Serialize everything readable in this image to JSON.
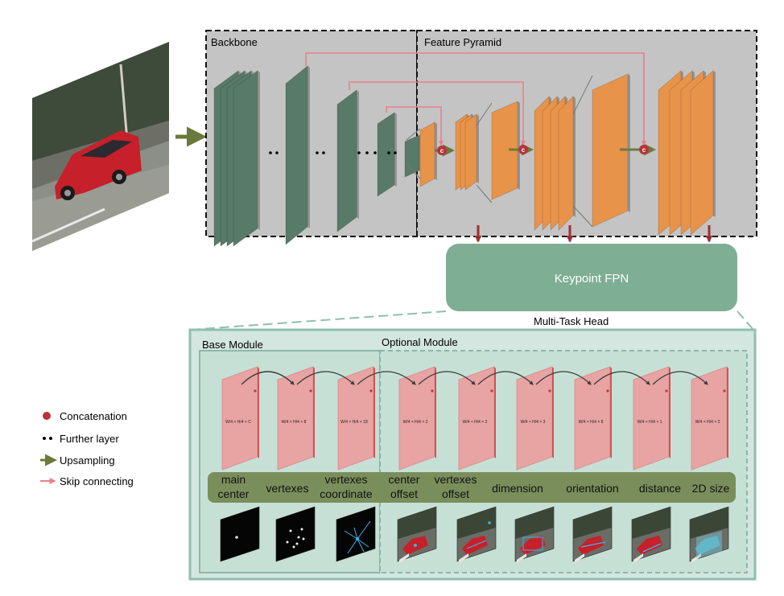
{
  "backbone": {
    "label": "Backbone"
  },
  "feature_pyramid": {
    "label": "Feature Pyramid"
  },
  "keypoint_fpn": {
    "label": "Keypoint FPN"
  },
  "multi_task_head": {
    "label": "Multi-Task Head",
    "base_module": "Base Module",
    "optional_module": "Optional Module"
  },
  "tasks": [
    {
      "line1": "main",
      "line2": "center",
      "channels": "C",
      "map": "dark-heatmap"
    },
    {
      "line1": "vertexes",
      "line2": "",
      "channels": "8",
      "map": "dark-points"
    },
    {
      "line1": "vertexes",
      "line2": "coordinate",
      "channels": "18",
      "map": "vertex-star"
    },
    {
      "line1": "center",
      "line2": "offset",
      "channels": "2",
      "map": "car-overlay"
    },
    {
      "line1": "vertexes",
      "line2": "offset",
      "channels": "2",
      "map": "car-overlay"
    },
    {
      "line1": "dimension",
      "line2": "",
      "channels": "3",
      "map": "car-overlay"
    },
    {
      "line1": "orientation",
      "line2": "",
      "channels": "8",
      "map": "car-overlay"
    },
    {
      "line1": "distance",
      "line2": "",
      "channels": "1",
      "map": "car-overlay"
    },
    {
      "line1": "2D size",
      "line2": "",
      "channels": "2",
      "map": "car-overlay"
    }
  ],
  "legend": [
    {
      "label": "Concatenation",
      "icon": "concat-icon"
    },
    {
      "label": "Further layer",
      "icon": "further-layer-icon"
    },
    {
      "label": "Upsampling",
      "icon": "upsampling-arrow-icon"
    },
    {
      "label": "Skip connecting",
      "icon": "skip-arrow-icon"
    }
  ],
  "concat_symbol": "c",
  "colors": {
    "backbone_layer": "#587a68",
    "pyramid_layer": "#e8934a",
    "panel_gray": "#c4c4c4",
    "fpn_box": "#7eae94",
    "head_bg": "#c8e2d8",
    "task_bar": "#7a8e5c",
    "skip": "#e8808a",
    "concat": "#b8333b",
    "output_plane": "#e8a3a3",
    "down_arrow": "#9b2f35"
  }
}
